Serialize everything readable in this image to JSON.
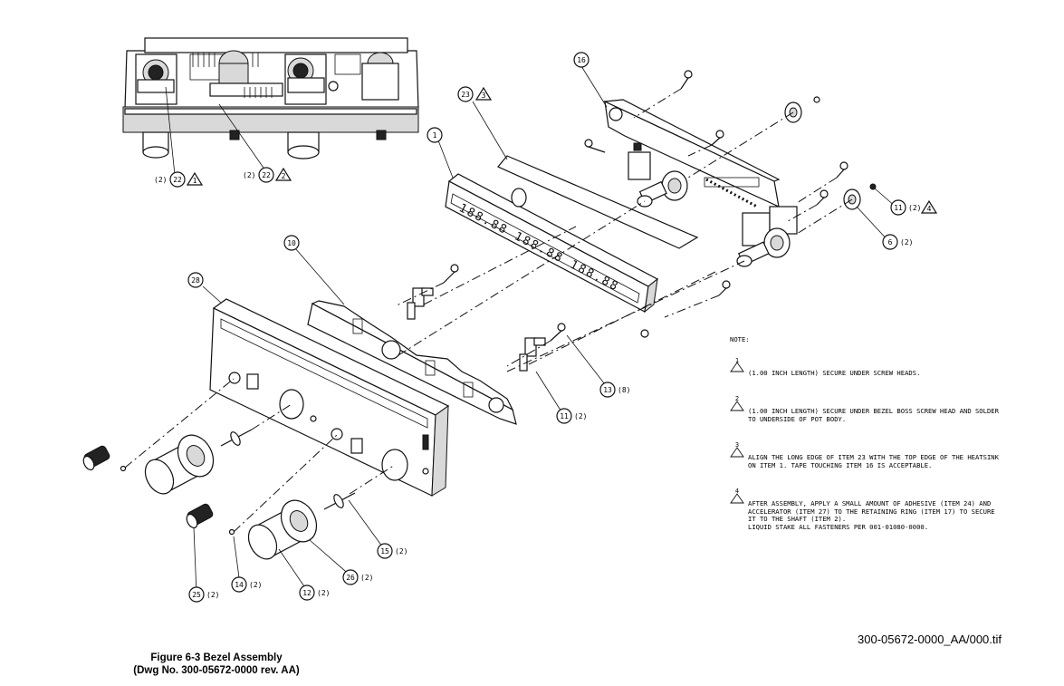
{
  "callouts": [
    {
      "num": "16",
      "qty": "",
      "note": ""
    },
    {
      "num": "23",
      "qty": "",
      "note": "3"
    },
    {
      "num": "1",
      "qty": "",
      "note": ""
    },
    {
      "num": "10",
      "qty": "",
      "note": ""
    },
    {
      "num": "28",
      "qty": "",
      "note": ""
    },
    {
      "num": "11",
      "qty": "(2)",
      "note": "4"
    },
    {
      "num": "6",
      "qty": "(2)",
      "note": ""
    },
    {
      "num": "13",
      "qty": "(8)",
      "note": ""
    },
    {
      "num": "11",
      "qty": "(2)",
      "note": ""
    },
    {
      "num": "15",
      "qty": "(2)",
      "note": ""
    },
    {
      "num": "26",
      "qty": "(2)",
      "note": ""
    },
    {
      "num": "12",
      "qty": "(2)",
      "note": ""
    },
    {
      "num": "14",
      "qty": "(2)",
      "note": ""
    },
    {
      "num": "25",
      "qty": "(2)",
      "note": ""
    },
    {
      "num": "22",
      "qty": "(2)",
      "note": "1"
    },
    {
      "num": "22",
      "qty": "(2)",
      "note": "2"
    }
  ],
  "notes": {
    "header": "NOTE:",
    "items": [
      {
        "num": "1",
        "text": "(1.00 INCH LENGTH) SECURE UNDER SCREW HEADS."
      },
      {
        "num": "2",
        "text": "(1.00 INCH LENGTH) SECURE UNDER BEZEL BOSS SCREW HEAD AND SOLDER\nTO UNDERSIDE OF POT BODY."
      },
      {
        "num": "3",
        "text": "ALIGN THE LONG EDGE OF ITEM 23 WITH THE TOP EDGE OF THE HEATSINK\nON ITEM 1.  TAPE TOUCHING ITEM 16 IS ACCEPTABLE."
      },
      {
        "num": "4",
        "text": "AFTER ASSEMBLY, APPLY A SMALL AMOUNT OF ADHESIVE (ITEM 24) AND\nACCELERATOR (ITEM 27) TO THE RETAINING RING (ITEM 17) TO SECURE\nIT TO THE SHAFT (ITEM 2).\nLIQUID STAKE ALL FASTENERS PER 001-01080-0000."
      }
    ]
  },
  "display_segments": "188.88  188.88  188.88",
  "file_ref": "300-05672-0000_AA/000.tif",
  "caption": {
    "line1": "Figure 6-3 Bezel Assembly",
    "line2": "(Dwg No. 300-05672-0000 rev. AA)"
  }
}
